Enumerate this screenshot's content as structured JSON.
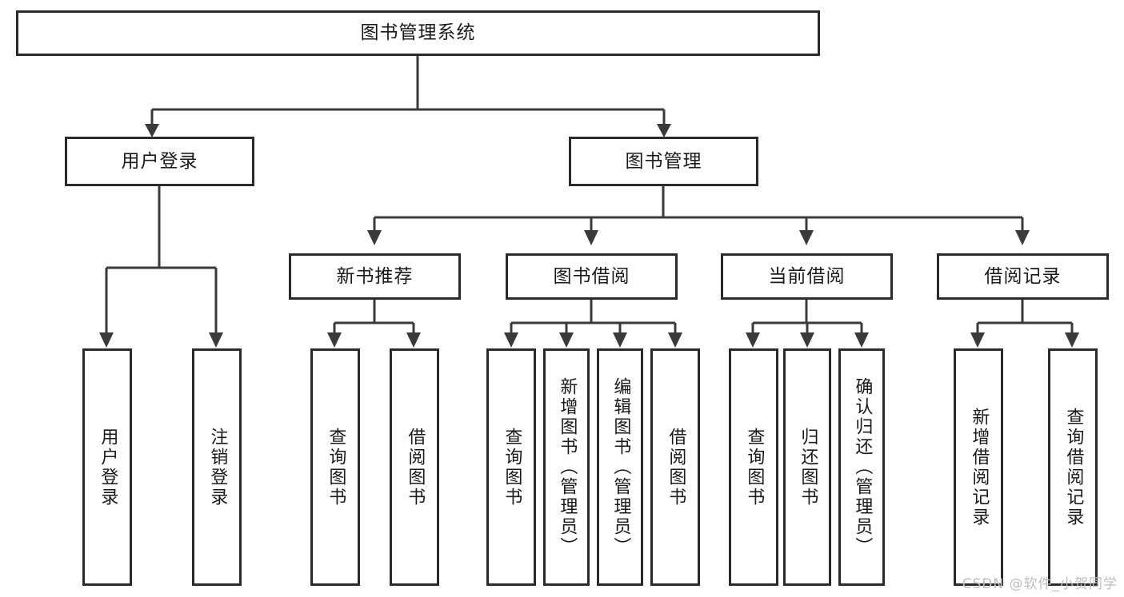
{
  "diagram": {
    "type": "tree",
    "title": "图书管理系统",
    "orientation": "top-down",
    "colors": {
      "background": "#ffffff",
      "box_border": "#2b2b2b",
      "connector": "#3a3a3a",
      "text": "#1a1a1a",
      "watermark": "#bdbdbd"
    },
    "root": {
      "label": "图书管理系统"
    },
    "level2": [
      {
        "label": "用户登录"
      },
      {
        "label": "图书管理"
      }
    ],
    "level3": [
      {
        "label": "新书推荐"
      },
      {
        "label": "图书借阅"
      },
      {
        "label": "当前借阅"
      },
      {
        "label": "借阅记录"
      }
    ],
    "leaves": {
      "user_login": [
        {
          "label": "用户登录"
        },
        {
          "label": "注销登录"
        }
      ],
      "new_book": [
        {
          "label": "查询图书"
        },
        {
          "label": "借阅图书"
        }
      ],
      "book_borrow": [
        {
          "label": "查询图书"
        },
        {
          "label": "新增图书（管理员）"
        },
        {
          "label": "编辑图书（管理员）"
        },
        {
          "label": "借阅图书"
        }
      ],
      "current_borrow": [
        {
          "label": "查询图书"
        },
        {
          "label": "归还图书"
        },
        {
          "label": "确认归还（管理员）"
        }
      ],
      "borrow_record": [
        {
          "label": "新增借阅记录"
        },
        {
          "label": "查询借阅记录"
        }
      ]
    }
  },
  "watermark": {
    "text": "CSDN @软件_小贺同学"
  }
}
